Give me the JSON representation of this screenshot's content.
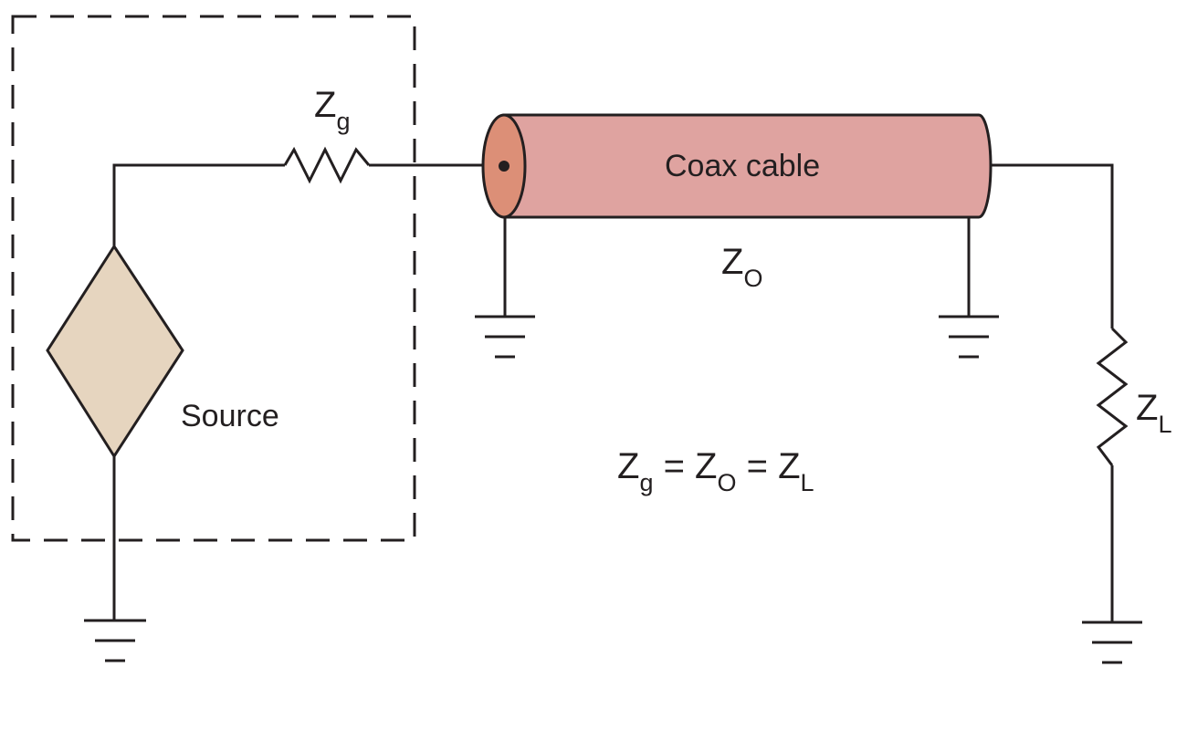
{
  "colors": {
    "line": "#231f20",
    "cable_body": "#dfa3a0",
    "cable_end": "#dc8f77",
    "source_fill": "#e6d5bf",
    "background": "#ffffff"
  },
  "labels": {
    "zg_main": "Z",
    "zg_sub": "g",
    "coax": "Coax cable",
    "zo_main": "Z",
    "zo_sub": "O",
    "source": "Source",
    "zl_main": "Z",
    "zl_sub": "L"
  },
  "equation": {
    "t1": "Z",
    "s1": "g",
    "eq1": " = Z",
    "s2": "O",
    "eq2": " = Z",
    "s3": "L"
  }
}
